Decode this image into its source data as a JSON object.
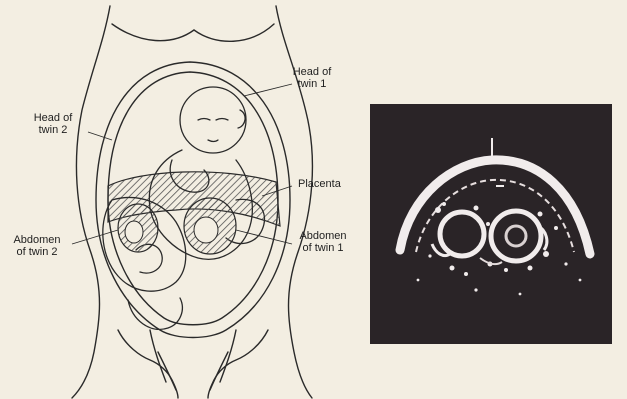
{
  "diagram": {
    "labels": {
      "head_twin1": "Head of\ntwin 1",
      "head_twin2": "Head of\ntwin 2",
      "placenta": "Placenta",
      "abdomen_twin2": "Abdomen\nof twin 2",
      "abdomen_twin1": "Abdomen\nof twin 1"
    }
  },
  "colors": {
    "paper": "#f3eee2",
    "ink": "#2a2a2a",
    "hatch": "#777777",
    "scan_bg": "#2a2427",
    "scan_echo": "#f1ecec"
  }
}
